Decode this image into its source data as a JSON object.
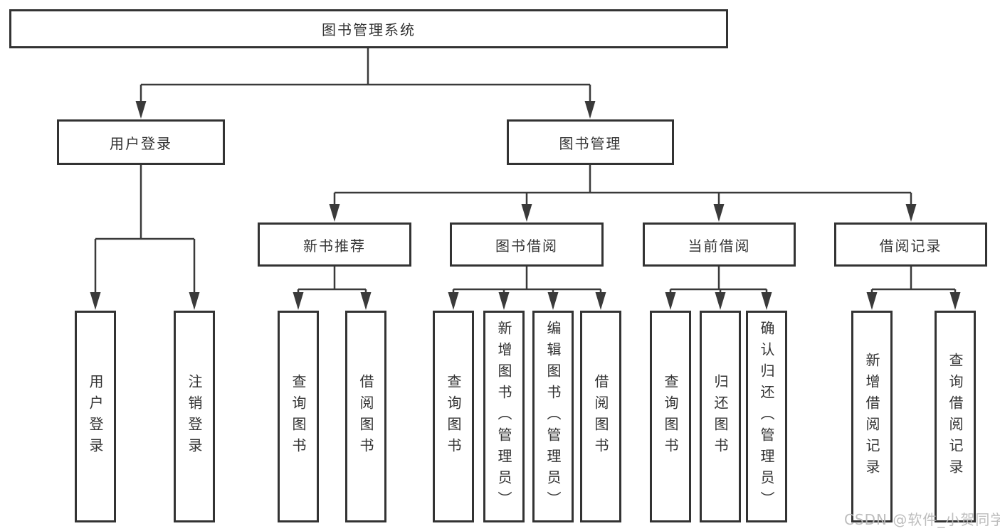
{
  "diagram": {
    "root": {
      "label": "图书管理系统"
    },
    "level1": {
      "user_login": {
        "label": "用户登录"
      },
      "book_management": {
        "label": "图书管理"
      }
    },
    "level2": {
      "new_book_recommend": {
        "label": "新书推荐"
      },
      "book_borrow": {
        "label": "图书借阅"
      },
      "current_borrow": {
        "label": "当前借阅"
      },
      "borrow_record": {
        "label": "借阅记录"
      }
    },
    "leaves": {
      "user_login": [
        "用户登录",
        "注销登录"
      ],
      "new_book_recommend": [
        "查询图书",
        "借阅图书"
      ],
      "book_borrow": [
        "查询图书",
        "新增图书（管理员）",
        "编辑图书（管理员）",
        "借阅图书"
      ],
      "current_borrow": [
        "查询图书",
        "归还图书",
        "确认归还（管理员）"
      ],
      "borrow_record": [
        "新增借阅记录",
        "查询借阅记录"
      ]
    }
  },
  "watermark": {
    "text": "CSDN @软件_小贺同学"
  },
  "colors": {
    "background": "#ffffff",
    "line": "#3a3a3a",
    "box_border": "#333333",
    "text": "#333333",
    "watermark": "#b9b9b9"
  }
}
